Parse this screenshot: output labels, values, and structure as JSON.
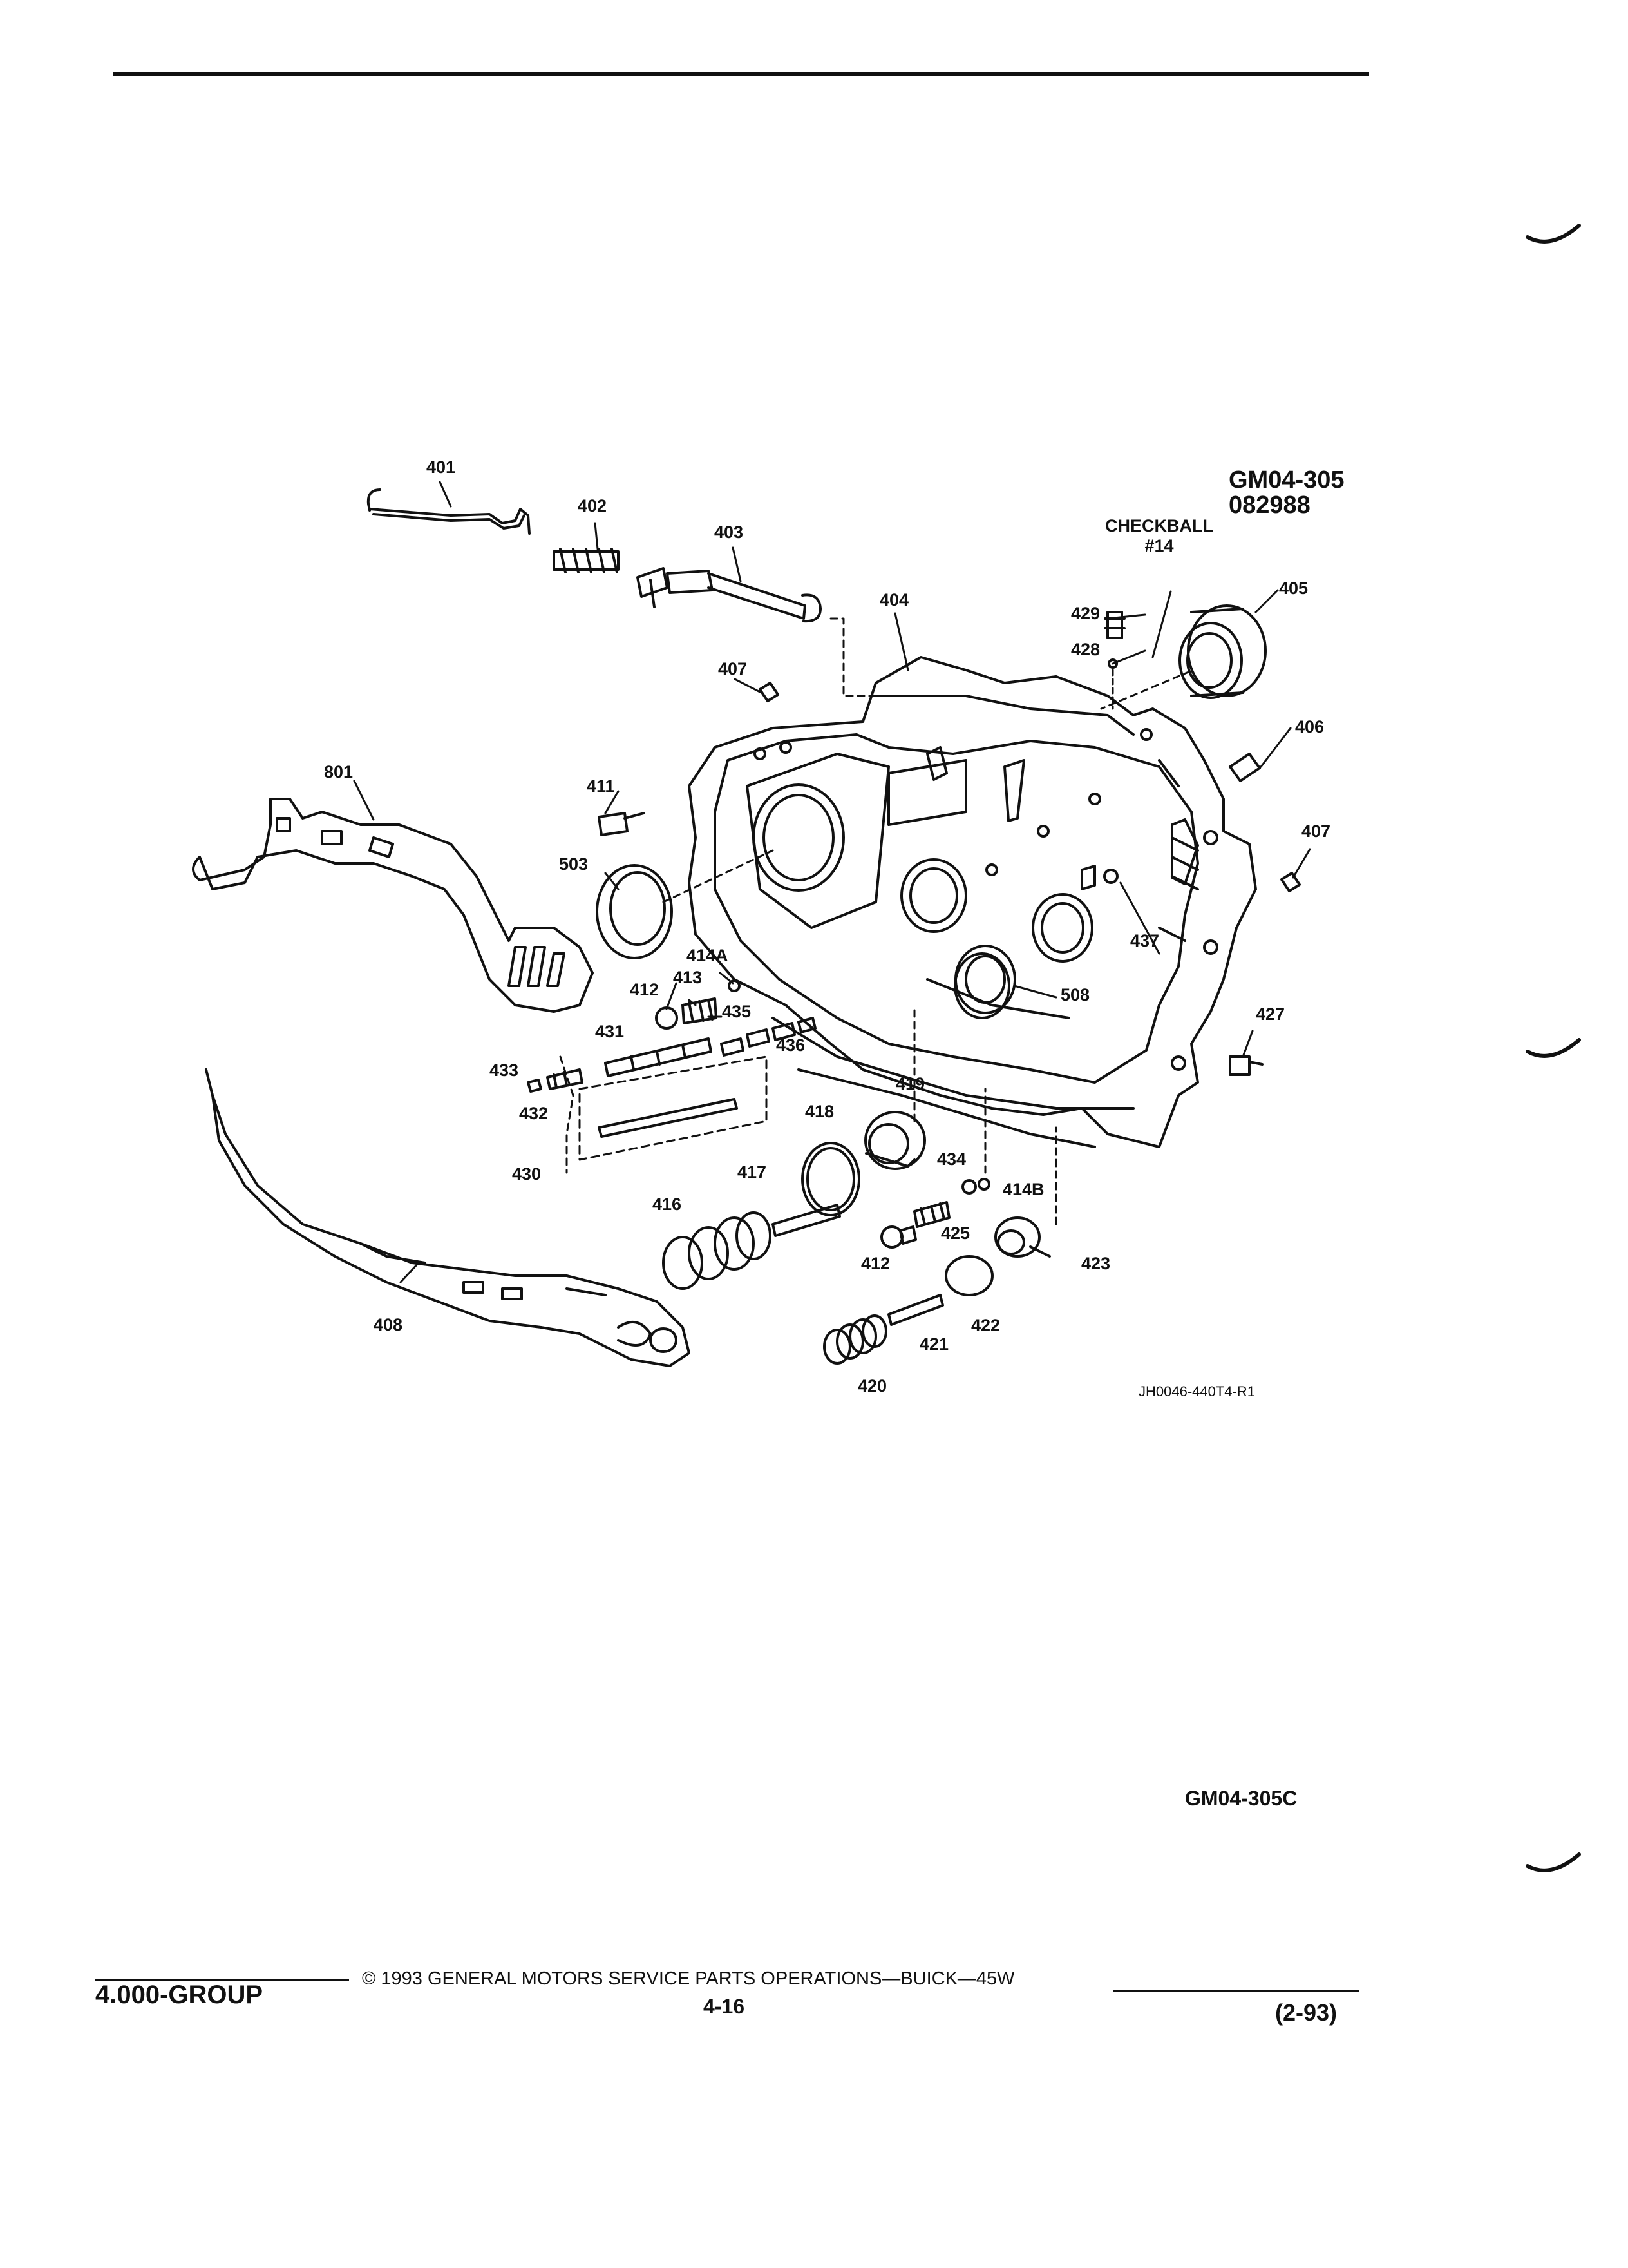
{
  "figure": {
    "ref_id": "GM04-305",
    "ref_date": "082988",
    "checkball_label": "CHECKBALL",
    "checkball_number": "#14",
    "drawing_code": "JH0046-440T4-R1",
    "figure_code": "GM04-305C"
  },
  "callouts": [
    {
      "id": "401",
      "text": "401"
    },
    {
      "id": "402",
      "text": "402"
    },
    {
      "id": "403",
      "text": "403"
    },
    {
      "id": "404",
      "text": "404"
    },
    {
      "id": "405",
      "text": "405"
    },
    {
      "id": "406",
      "text": "406"
    },
    {
      "id": "407a",
      "text": "407"
    },
    {
      "id": "407b",
      "text": "407"
    },
    {
      "id": "408",
      "text": "408"
    },
    {
      "id": "411",
      "text": "411"
    },
    {
      "id": "412a",
      "text": "412"
    },
    {
      "id": "412b",
      "text": "412"
    },
    {
      "id": "413",
      "text": "413"
    },
    {
      "id": "414A",
      "text": "414A"
    },
    {
      "id": "414B",
      "text": "414B"
    },
    {
      "id": "416",
      "text": "416"
    },
    {
      "id": "417",
      "text": "417"
    },
    {
      "id": "418",
      "text": "418"
    },
    {
      "id": "419",
      "text": "419"
    },
    {
      "id": "420",
      "text": "420"
    },
    {
      "id": "421",
      "text": "421"
    },
    {
      "id": "422",
      "text": "422"
    },
    {
      "id": "423",
      "text": "423"
    },
    {
      "id": "425",
      "text": "425"
    },
    {
      "id": "427",
      "text": "427"
    },
    {
      "id": "428",
      "text": "428"
    },
    {
      "id": "429",
      "text": "429"
    },
    {
      "id": "430",
      "text": "430"
    },
    {
      "id": "431",
      "text": "431"
    },
    {
      "id": "432",
      "text": "432"
    },
    {
      "id": "433",
      "text": "433"
    },
    {
      "id": "434",
      "text": "434"
    },
    {
      "id": "435",
      "text": "435"
    },
    {
      "id": "436",
      "text": "436"
    },
    {
      "id": "437",
      "text": "437"
    },
    {
      "id": "503",
      "text": "503"
    },
    {
      "id": "508",
      "text": "508"
    },
    {
      "id": "801",
      "text": "801"
    }
  ],
  "footer": {
    "group": "4.000-GROUP",
    "copyright": "© 1993 GENERAL MOTORS SERVICE PARTS OPERATIONS—BUICK—45W",
    "page": "4-16",
    "date": "(2-93)"
  }
}
